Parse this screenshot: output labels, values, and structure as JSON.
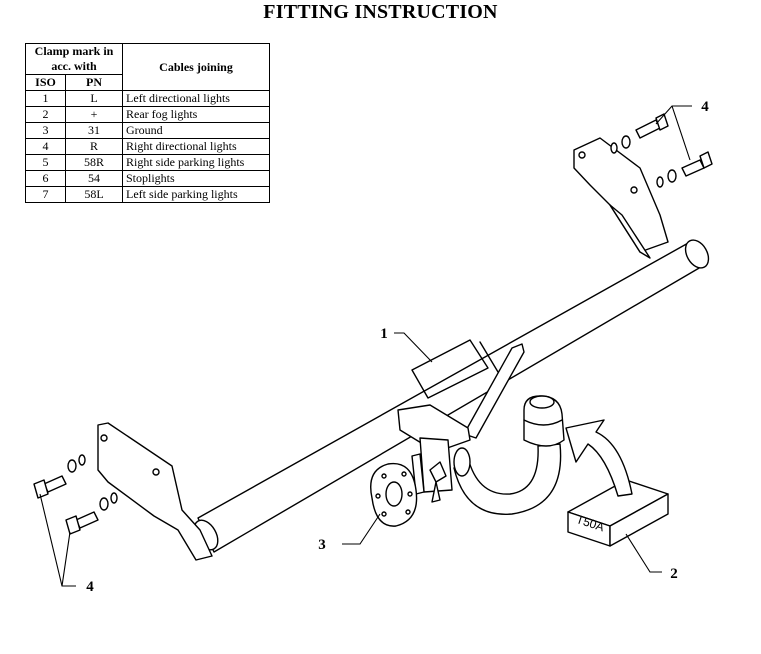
{
  "title": "FITTING INSTRUCTION",
  "table": {
    "header_clamp": "Clamp mark in acc. with",
    "header_cables": "Cables joining",
    "header_iso": "ISO",
    "header_pn": "PN",
    "rows": [
      {
        "iso": "1",
        "pn": "L",
        "desc": "Left directional lights"
      },
      {
        "iso": "2",
        "pn": "+",
        "desc": "Rear fog lights"
      },
      {
        "iso": "3",
        "pn": "31",
        "desc": "Ground"
      },
      {
        "iso": "4",
        "pn": "R",
        "desc": "Right directional lights"
      },
      {
        "iso": "5",
        "pn": "58R",
        "desc": "Right side parking lights"
      },
      {
        "iso": "6",
        "pn": "54",
        "desc": "Stoplights"
      },
      {
        "iso": "7",
        "pn": "58L",
        "desc": "Left side parking lights"
      }
    ]
  },
  "labels": {
    "part1": "1",
    "part2": "2",
    "part3": "3",
    "part4_top": "4",
    "part4_bottom": "4",
    "box_text": "T50A"
  }
}
